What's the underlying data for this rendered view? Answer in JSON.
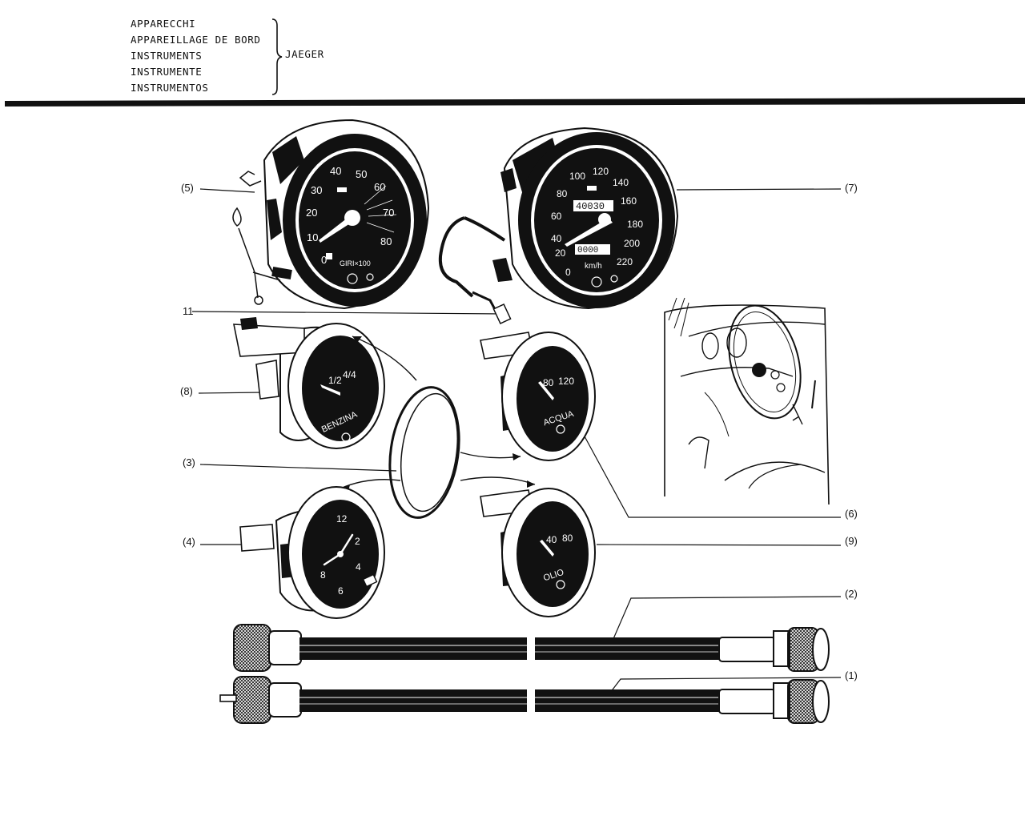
{
  "header": {
    "titles": [
      "APPARECCHI",
      "APPAREILLAGE DE BORD",
      "INSTRUMENTS",
      "INSTRUMENTE",
      "INSTRUMENTOS"
    ],
    "maker": "JAEGER"
  },
  "callouts": {
    "c5": "(5)",
    "c7": "(7)",
    "c11": "11",
    "c8": "(8)",
    "c3": "(3)",
    "c4": "(4)",
    "c6": "(6)",
    "c9": "(9)",
    "c2": "(2)",
    "c1": "(1)"
  },
  "tachometer": {
    "ticks": [
      "0",
      "10",
      "20",
      "30",
      "40",
      "50",
      "60",
      "70",
      "80"
    ],
    "caption": "GIRI×100"
  },
  "speedometer": {
    "ticks": [
      "0",
      "20",
      "40",
      "60",
      "80",
      "100",
      "120",
      "140",
      "160",
      "180",
      "200",
      "220"
    ],
    "odometer": "40030",
    "trip": "0000",
    "unit": "km/h"
  },
  "fuel_gauge": {
    "ticks": [
      "1/2",
      "4/4"
    ],
    "label": "BENZINA"
  },
  "water_gauge": {
    "ticks": [
      "80",
      "120"
    ],
    "label": "ACQUA"
  },
  "clock": {
    "ticks": [
      "12",
      "2",
      "4",
      "6",
      "8"
    ]
  },
  "oil_gauge": {
    "ticks": [
      "40",
      "80"
    ],
    "label": "OLIO"
  },
  "colors": {
    "ink": "#111111",
    "paper": "#ffffff"
  }
}
